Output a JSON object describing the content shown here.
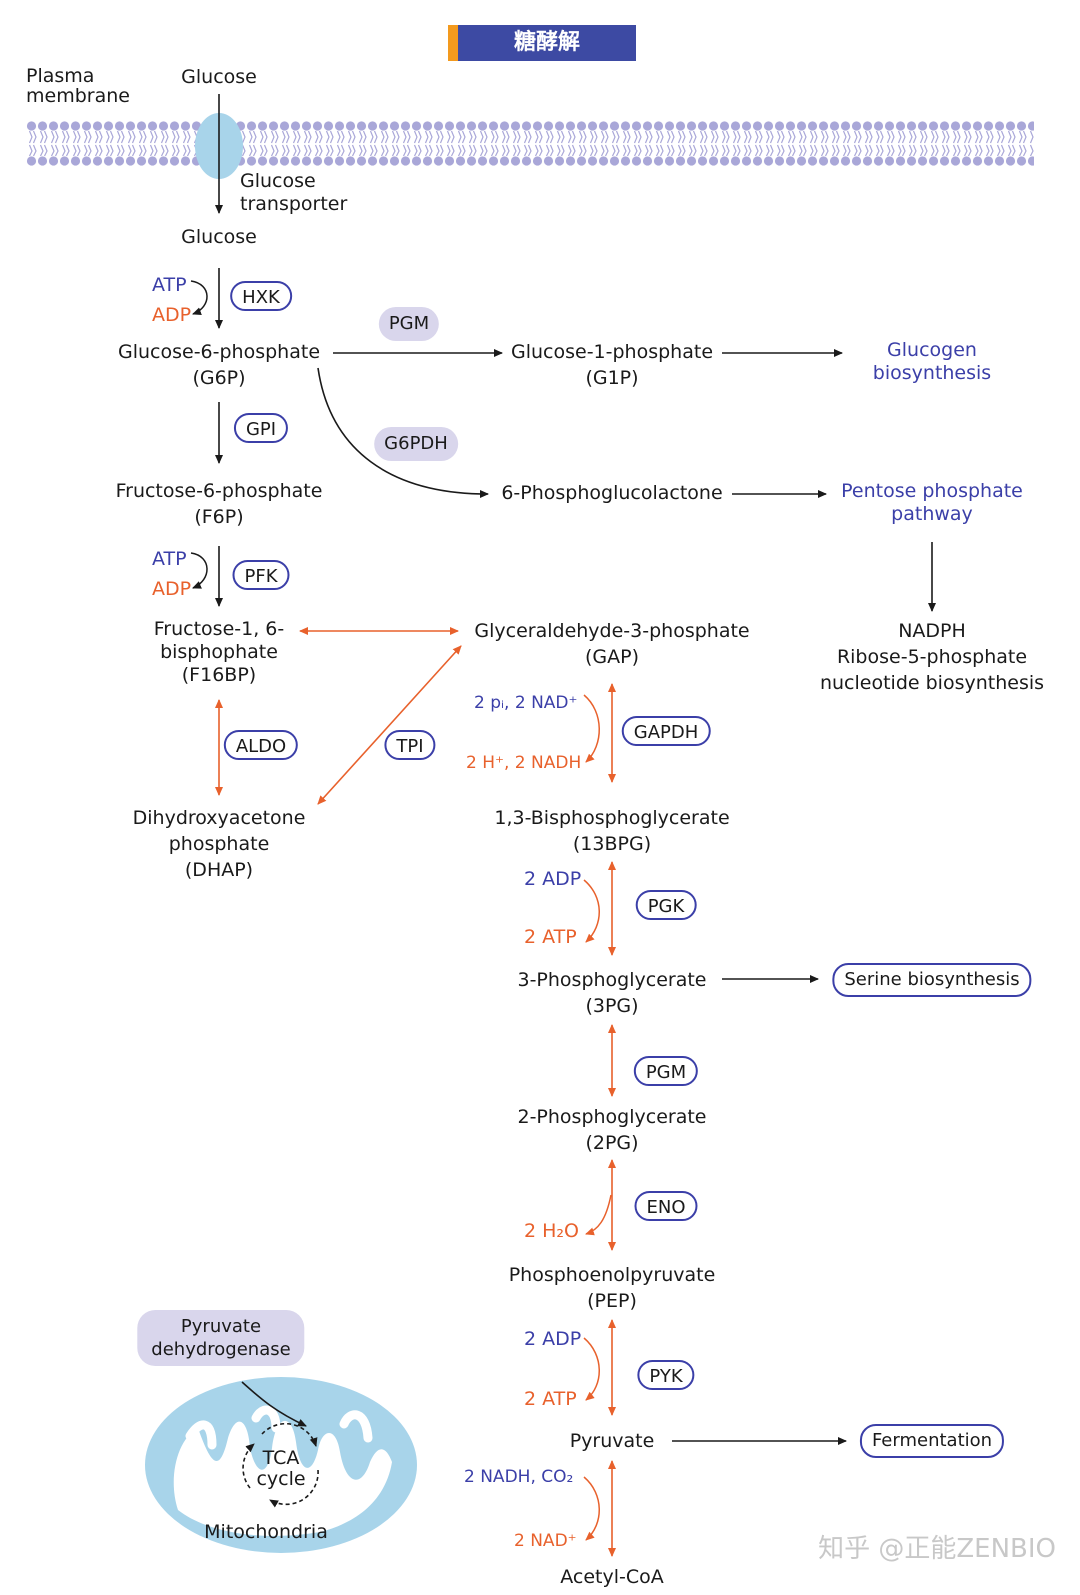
{
  "title": "糖酵解",
  "membrane_label": "Plasma\nmembrane",
  "metabolites": {
    "glucose_out": "Glucose",
    "transporter": "Glucose\ntransporter",
    "glucose_in": "Glucose",
    "g6p": "Glucose-6-phosphate\n(G6P)",
    "g1p": "Glucose-1-phosphate\n(G1P)",
    "glycogen": "Glucogen\nbiosynthesis",
    "f6p": "Fructose-6-phosphate\n(F6P)",
    "phosphoglucolactone": "6-Phosphoglucolactone",
    "pentose": "Pentose phosphate\npathway",
    "f16bp": "Fructose-1, 6-\nbisphophate\n(F16BP)",
    "gap": "Glyceraldehyde-3-phosphate\n(GAP)",
    "nadph": "NADPH\nRibose-5-phosphate\nnucleotide biosynthesis",
    "dhap": "Dihydroxyacetone\nphosphate\n(DHAP)",
    "bpg": "1,3-Bisphosphoglycerate\n(13BPG)",
    "pg3": "3-Phosphoglycerate\n(3PG)",
    "serine": "Serine biosynthesis",
    "pg2": "2-Phosphoglycerate\n(2PG)",
    "pep": "Phosphoenolpyruvate\n(PEP)",
    "pyruvate": "Pyruvate",
    "fermentation": "Fermentation",
    "acetylcoa": "Acetyl-CoA"
  },
  "enzymes": {
    "hxk": "HXK",
    "pgm1": "PGM",
    "gpi": "GPI",
    "g6pdh": "G6PDH",
    "pfk": "PFK",
    "aldo": "ALDO",
    "tpi": "TPI",
    "gapdh": "GAPDH",
    "pgk": "PGK",
    "pgm2": "PGM",
    "eno": "ENO",
    "pyk": "PYK",
    "pdh": "Pyruvate\ndehydrogenase"
  },
  "cofactors": {
    "atp1": "ATP",
    "adp1": "ADP",
    "atp2": "ATP",
    "adp2": "ADP",
    "gapdh_in": "2 pᵢ, 2 NAD⁺",
    "gapdh_out": "2 H⁺, 2 NADH",
    "pgk_in": "2 ADP",
    "pgk_out": "2 ATP",
    "eno_out": "2 H₂O",
    "pyk_in": "2 ADP",
    "pyk_out": "2 ATP",
    "pdh_out": "2 NADH, CO₂",
    "pdh_in": "2 NAD⁺"
  },
  "mito": {
    "tca": "TCA\ncycle",
    "label": "Mitochondria"
  },
  "watermark": "知乎 @正能ZENBIO",
  "colors": {
    "blue": "#3b3fa8",
    "orange": "#e8612c",
    "membrane": "#a9a7d8",
    "transporter": "#a8d4ea",
    "mito": "#a8d4ea"
  }
}
